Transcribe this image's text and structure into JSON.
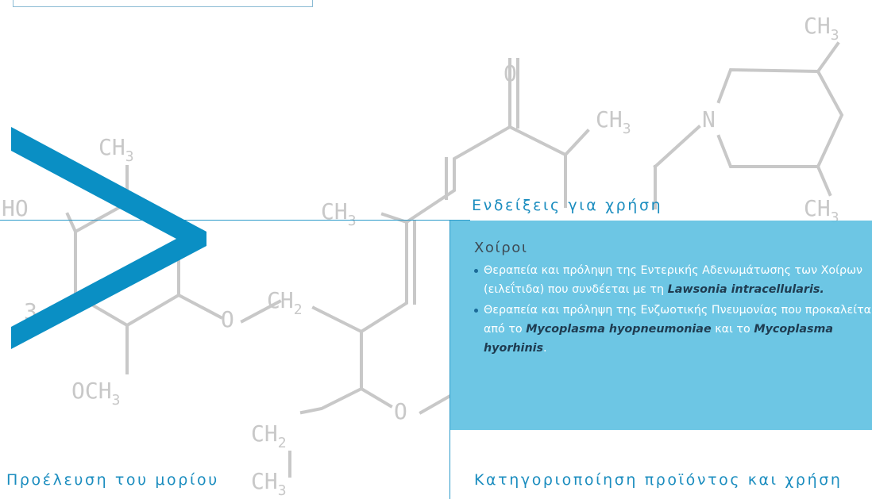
{
  "headings": {
    "indications": "Ενδείξεις για χρήση",
    "origin": "Προέλευση του μορίου",
    "category": "Κατηγοριοποίηση προϊόντος και χρήση"
  },
  "panel": {
    "title": "Χοίροι",
    "items": [
      {
        "text_before": "Θεραπεία και πρόληψη της Εντερικής Αδενωμάτωσης των Χοίρων (ειλεΐτιδα) που συνδέεται με τη ",
        "bold": "Lawsonia intracellularis.",
        "text_after": ""
      },
      {
        "text_before": "Θεραπεία και πρόληψη της Ενζωοτικής Πνευμονίας που προκαλείται από το ",
        "bold": "Mycoplasma hyopneumoniae",
        "text_mid": " και το ",
        "bold2": "Mycoplasma hyorhinis",
        "text_after": "."
      }
    ]
  },
  "molecule_labels": {
    "ch3": "CH",
    "ch2": "CH",
    "three": "3",
    "two": "2",
    "o": "O",
    "n": "N",
    "ho": "HO",
    "och3": "OCH",
    "fragment3": "3"
  },
  "colors": {
    "accent": "#1b8dbf",
    "chevron": "#0a8fc4",
    "panel": "#62c2e2",
    "molecule": "#c8c8c8"
  }
}
